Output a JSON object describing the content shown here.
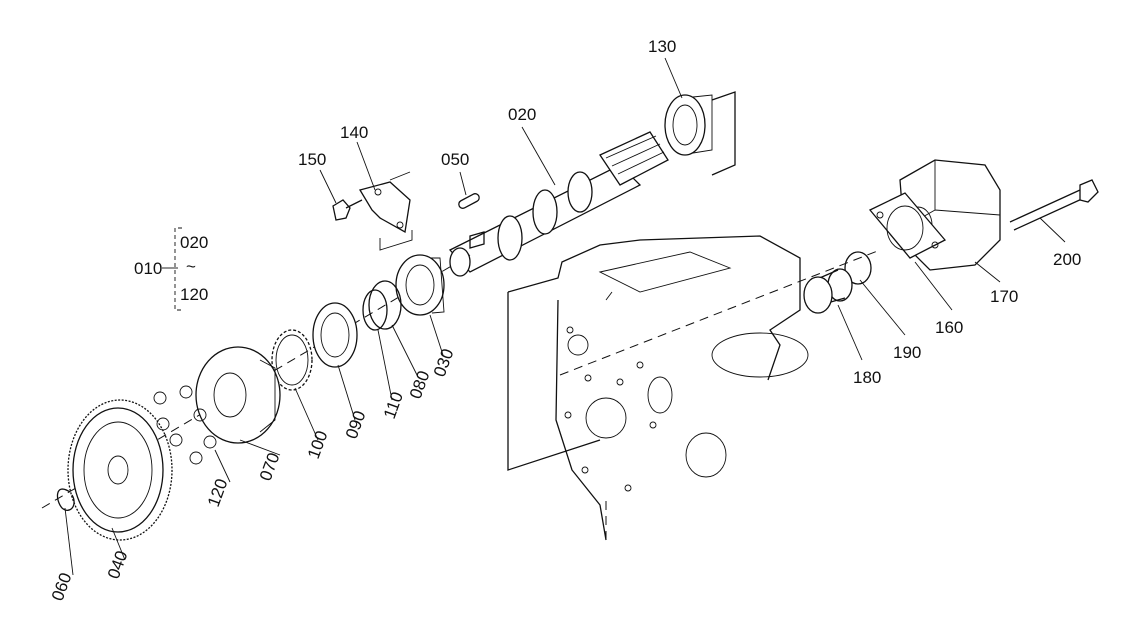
{
  "labels": {
    "p010": "010",
    "p020": "020",
    "p030": "030",
    "p040": "040",
    "p050": "050",
    "p060": "060",
    "p070": "070",
    "p080": "080",
    "p090": "090",
    "p100": "100",
    "p110": "110",
    "p120": "120",
    "p130": "130",
    "p140": "140",
    "p150": "150",
    "p160": "160",
    "p170": "170",
    "p180": "180",
    "p190": "190",
    "p200": "200"
  },
  "group_range": {
    "from": "020",
    "tilde": "~",
    "to": "120"
  }
}
